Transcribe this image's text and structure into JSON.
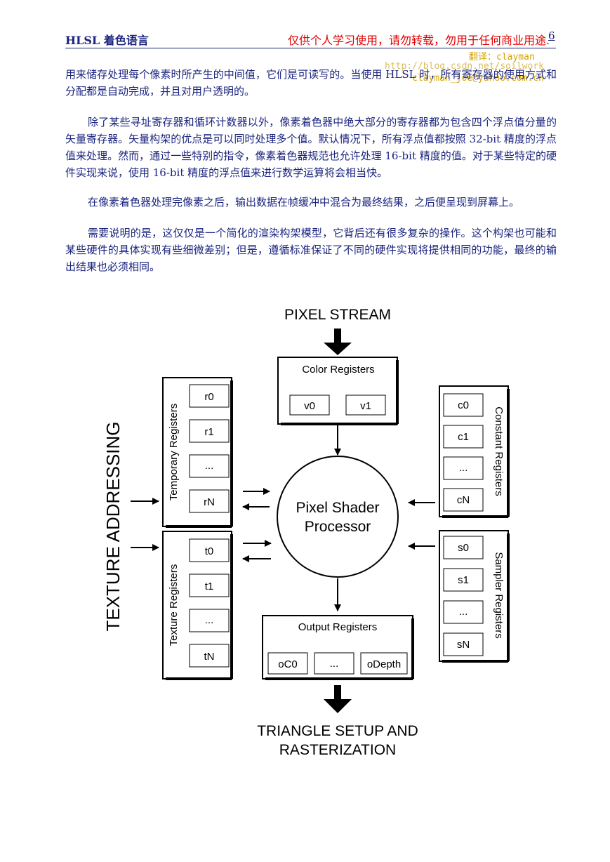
{
  "header": {
    "title": "HLSL 着色语言",
    "note": "仅供个人学习使用，请勿转载，勿用于任何商业用途.",
    "page_number": "6"
  },
  "watermark": {
    "translator": "翻译：clayman",
    "blog": "http://blog.csdn.net/soilwork",
    "email": "clayman_joe@yahoo.com.cn"
  },
  "paragraphs": [
    "用来储存处理每个像素时所产生的中间值，它们是可读写的。当使用 HLSL 时，所有寄存器的使用方式和分配都是自动完成，并且对用户透明的。",
    "除了某些寻址寄存器和循环计数器以外，像素着色器中绝大部分的寄存器都为包含四个浮点值分量的矢量寄存器。矢量构架的优点是可以同时处理多个值。默认情况下，所有浮点值都按照 32-bit 精度的浮点值来处理。然而，通过一些特别的指令，像素着色器规范也允许处理 16-bit 精度的值。对于某些特定的硬件实现来说，使用 16-bit 精度的浮点值来进行数学运算将会相当快。",
    "在像素着色器处理完像素之后，输出数据在帧缓冲中混合为最终结果，之后便呈现到屏幕上。",
    "需要说明的是，这仅仅是一个简化的渲染构架模型，它背后还有很多复杂的操作。这个构架也可能和某些硬件的具体实现有些细微差别；但是，遵循标准保证了不同的硬件实现将提供相同的功能，最终的输出结果也必须相同。"
  ],
  "diagram": {
    "input_label": "PIXEL STREAM",
    "side_label": "TEXTURE ADDRESSING",
    "processor_line1": "Pixel Shader",
    "processor_line2": "Processor",
    "output_label_line1": "TRIANGLE SETUP AND",
    "output_label_line2": "RASTERIZATION",
    "color_registers": {
      "title": "Color Registers",
      "items": [
        "v0",
        "v1"
      ]
    },
    "temporary_registers": {
      "title": "Temporary Registers",
      "items": [
        "r0",
        "r1",
        "...",
        "rN"
      ]
    },
    "texture_registers": {
      "title": "Texture Registers",
      "items": [
        "t0",
        "t1",
        "...",
        "tN"
      ]
    },
    "constant_registers": {
      "title": "Constant Registers",
      "items": [
        "c0",
        "c1",
        "...",
        "cN"
      ]
    },
    "sampler_registers": {
      "title": "Sampler Registers",
      "items": [
        "s0",
        "s1",
        "...",
        "sN"
      ]
    },
    "output_registers": {
      "title": "Output Registers",
      "items": [
        "oC0",
        "...",
        "oDepth"
      ]
    }
  }
}
